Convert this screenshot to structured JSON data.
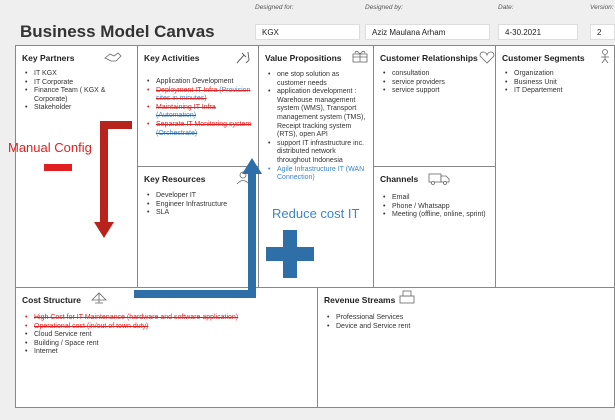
{
  "header": {
    "title": "Business Model Canvas",
    "designed_for_label": "Designed for:",
    "designed_for": "KGX",
    "designed_by_label": "Designed by:",
    "designed_by": "Aziz Maulana Arham",
    "date_label": "Date:",
    "date": "4-30.2021",
    "version_label": "Version:",
    "version": "2"
  },
  "sections": {
    "key_partners": {
      "title": "Key Partners",
      "items": [
        "IT KGX",
        "IT Corporate",
        "Finance Team ( KGX & Corporate)",
        "Stakeholder"
      ]
    },
    "key_activities": {
      "title": "Key Activities",
      "items": [
        {
          "text": "Application Development",
          "note": ""
        },
        {
          "text": "Deployment IT Infra",
          "note": "(Provision sites in minutes)"
        },
        {
          "text": "Maintaining IT Infra",
          "note": "(Automation)"
        },
        {
          "text": "Separate IT Monitoring system",
          "note": "(Orchestrate)"
        }
      ]
    },
    "key_resources": {
      "title": "Key Resources",
      "items": [
        "Developer IT",
        "Engineer Infrastructure",
        "SLA"
      ]
    },
    "value_propositions": {
      "title": "Value Propositions",
      "items": [
        "one stop solution as customer needs",
        "application development : Warehouse management system (WMS), Transport management system (TMS), Receipt tracking system (RTS), open API",
        "support IT infrastructure inc. distributed network throughout Indonesia",
        "Agile Infrastructure IT (WAN Connection)"
      ]
    },
    "customer_relationships": {
      "title": "Customer Relationships",
      "items": [
        "consultation",
        "service providers",
        "service support"
      ]
    },
    "channels": {
      "title": "Channels",
      "items": [
        "Email",
        "Phone / Whatsapp",
        "Meeting (offline, online, sprint)"
      ]
    },
    "customer_segments": {
      "title": "Customer Segments",
      "items": [
        "Organization",
        "Business Unit",
        "IT Departement"
      ]
    },
    "cost_structure": {
      "title": "Cost Structure",
      "items": [
        "High Cost for IT Maintenance (hardware and software application)",
        "Operational cost (in/out of town duty)",
        "Cloud Service rent",
        "Building / Space rent",
        "Internet"
      ]
    },
    "revenue_streams": {
      "title": "Revenue Streams",
      "items": [
        "Professional Services",
        "Device and Service rent"
      ]
    }
  },
  "annotations": {
    "manual_config": "Manual Config",
    "reduce_cost": "Reduce cost IT"
  },
  "colors": {
    "red": "#e02020",
    "blue": "#2e6fa8",
    "accent_blue": "#3a86c8"
  },
  "icons": [
    "handshake-icon",
    "tools-icon",
    "gift-icon",
    "heart-icon",
    "person-icon",
    "worker-icon",
    "truck-icon",
    "scale-icon",
    "cash-register-icon"
  ]
}
